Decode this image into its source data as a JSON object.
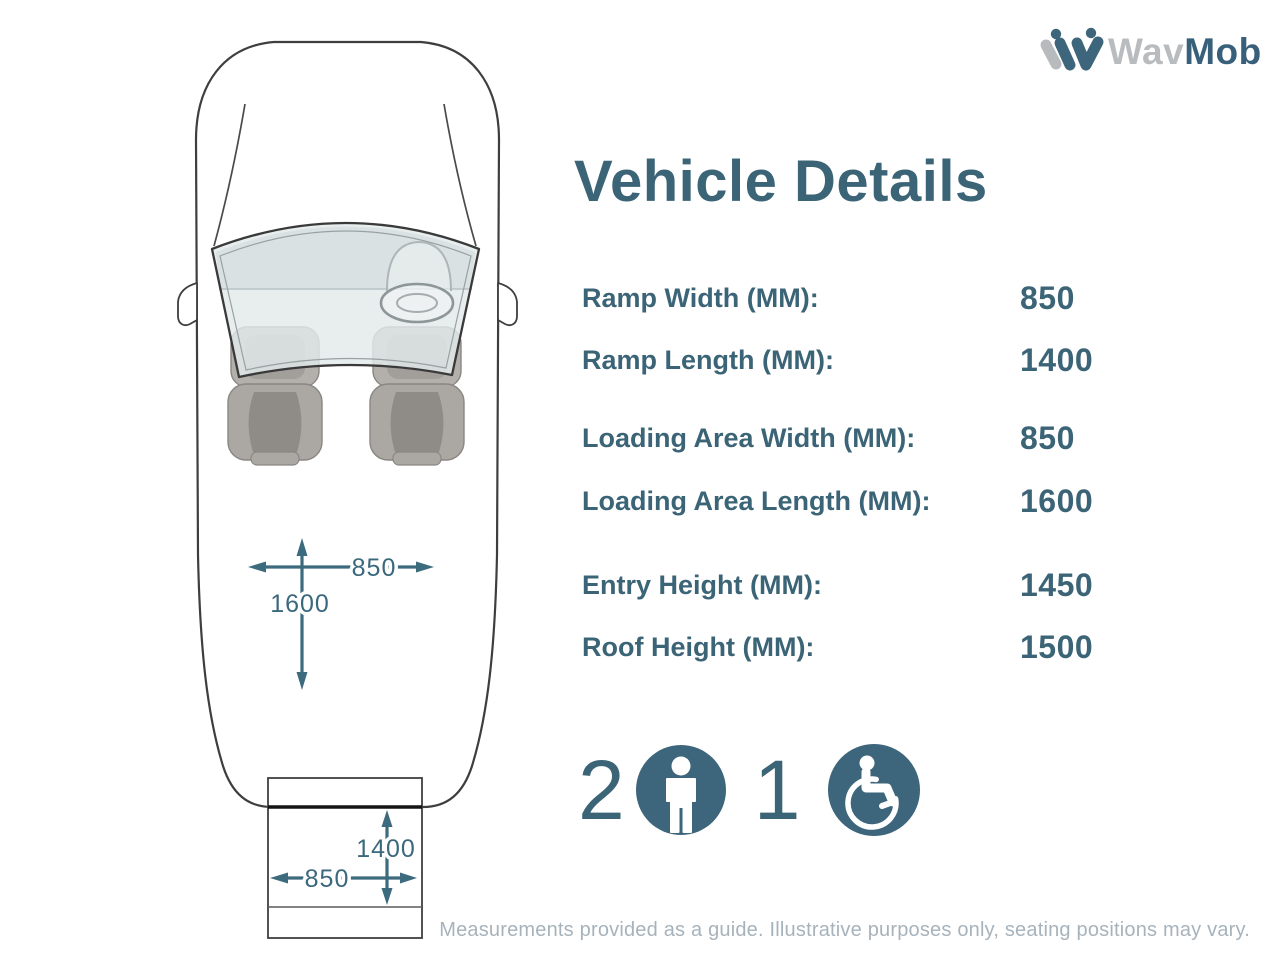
{
  "logo": {
    "brand_gray": "Wav",
    "brand_teal": "Mob",
    "mark_icon": "wavmob-w-people-icon"
  },
  "title": "Vehicle Details",
  "specs": [
    {
      "label": "Ramp Width (MM):",
      "value": "850"
    },
    {
      "label": "Ramp Length (MM):",
      "value": "1400"
    },
    {
      "label": "Loading Area Width (MM):",
      "value": "850"
    },
    {
      "label": "Loading Area Length (MM):",
      "value": "1600"
    },
    {
      "label": "Entry Height (MM):",
      "value": "1450"
    },
    {
      "label": "Roof Height (MM):",
      "value": "1500"
    }
  ],
  "capacity": {
    "seats_count": "2",
    "seats_icon": "person-icon",
    "wheelchairs_count": "1",
    "wheelchairs_icon": "wheelchair-icon"
  },
  "diagram": {
    "cargo_width": "850",
    "cargo_length": "1600",
    "ramp_length": "1400",
    "ramp_width": "850"
  },
  "footer": "Measurements provided as a guide. Illustrative purposes only, seating positions may vary.",
  "colors": {
    "teal_text": "#3B6477",
    "arrow_teal": "#3C6B7E",
    "logo_gray": "#B8BCBF",
    "footer_gray": "#A7B3BC",
    "glass": "#E3E9EA"
  }
}
